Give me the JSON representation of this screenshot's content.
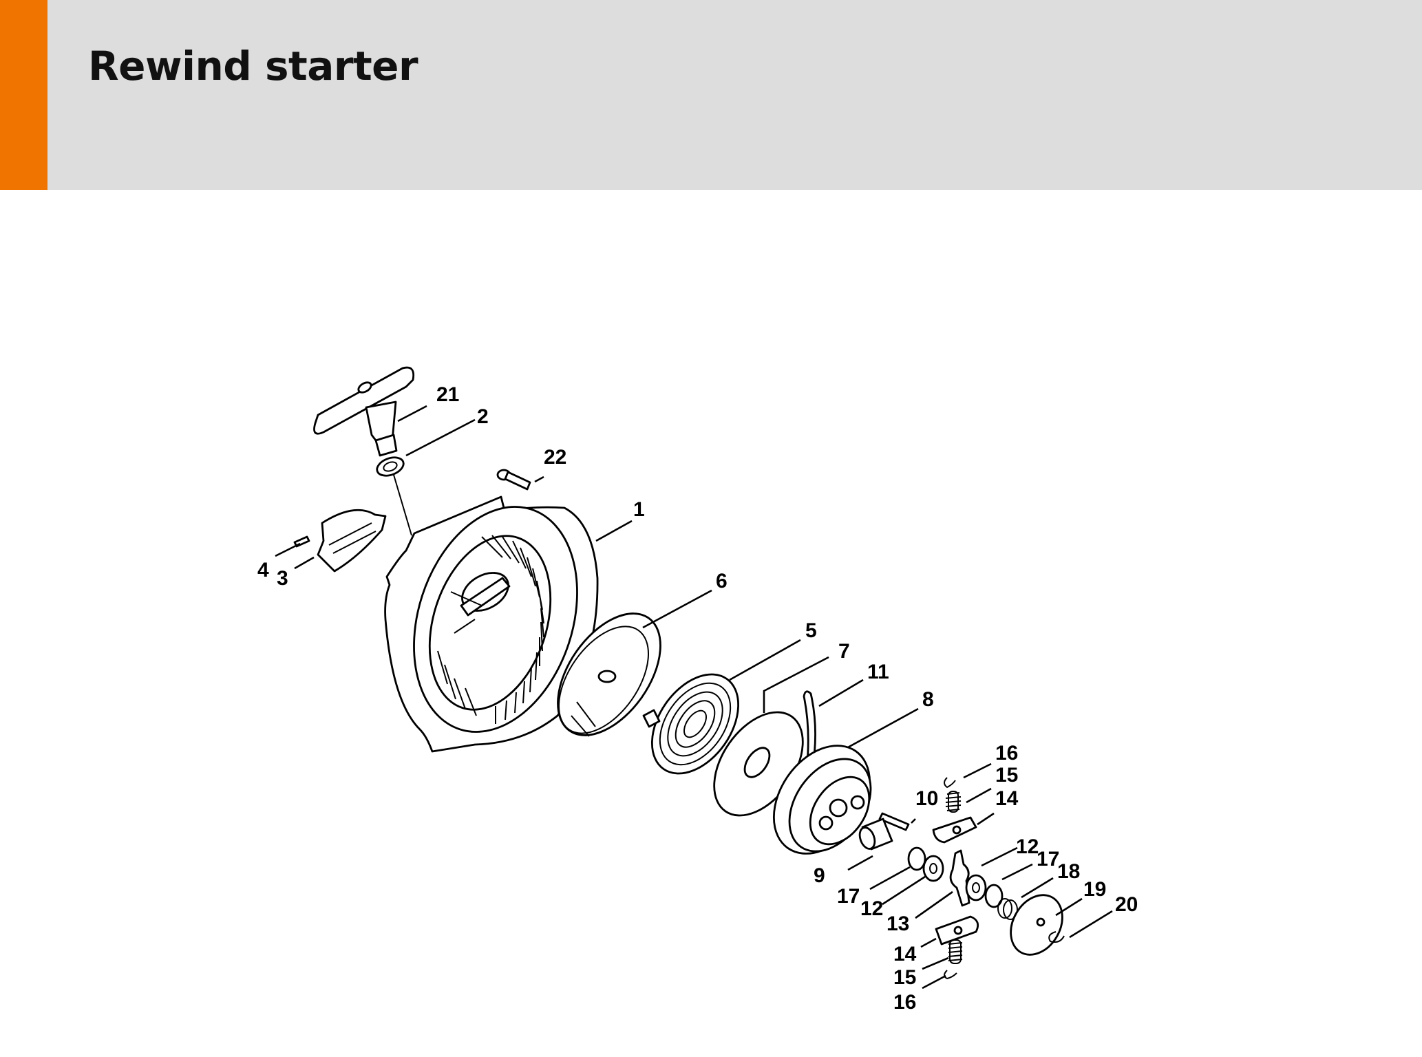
{
  "header": {
    "title": "Rewind starter",
    "accent_color": "#f07400",
    "band_color": "#dcdddc"
  },
  "diagram": {
    "callouts": [
      {
        "id": "c21",
        "text": "21"
      },
      {
        "id": "c2",
        "text": "2"
      },
      {
        "id": "c22",
        "text": "22"
      },
      {
        "id": "c1",
        "text": "1"
      },
      {
        "id": "c4",
        "text": "4"
      },
      {
        "id": "c3",
        "text": "3"
      },
      {
        "id": "c6",
        "text": "6"
      },
      {
        "id": "c5",
        "text": "5"
      },
      {
        "id": "c7",
        "text": "7"
      },
      {
        "id": "c11",
        "text": "11"
      },
      {
        "id": "c8",
        "text": "8"
      },
      {
        "id": "c16a",
        "text": "16"
      },
      {
        "id": "c15a",
        "text": "15"
      },
      {
        "id": "c10",
        "text": "10"
      },
      {
        "id": "c14a",
        "text": "14"
      },
      {
        "id": "c12a",
        "text": "12"
      },
      {
        "id": "c17a",
        "text": "17"
      },
      {
        "id": "c18",
        "text": "18"
      },
      {
        "id": "c9",
        "text": "9"
      },
      {
        "id": "c19",
        "text": "19"
      },
      {
        "id": "c20",
        "text": "20"
      },
      {
        "id": "c17b",
        "text": "17"
      },
      {
        "id": "c12b",
        "text": "12"
      },
      {
        "id": "c13",
        "text": "13"
      },
      {
        "id": "c14b",
        "text": "14"
      },
      {
        "id": "c15b",
        "text": "15"
      },
      {
        "id": "c16b",
        "text": "16"
      }
    ]
  }
}
